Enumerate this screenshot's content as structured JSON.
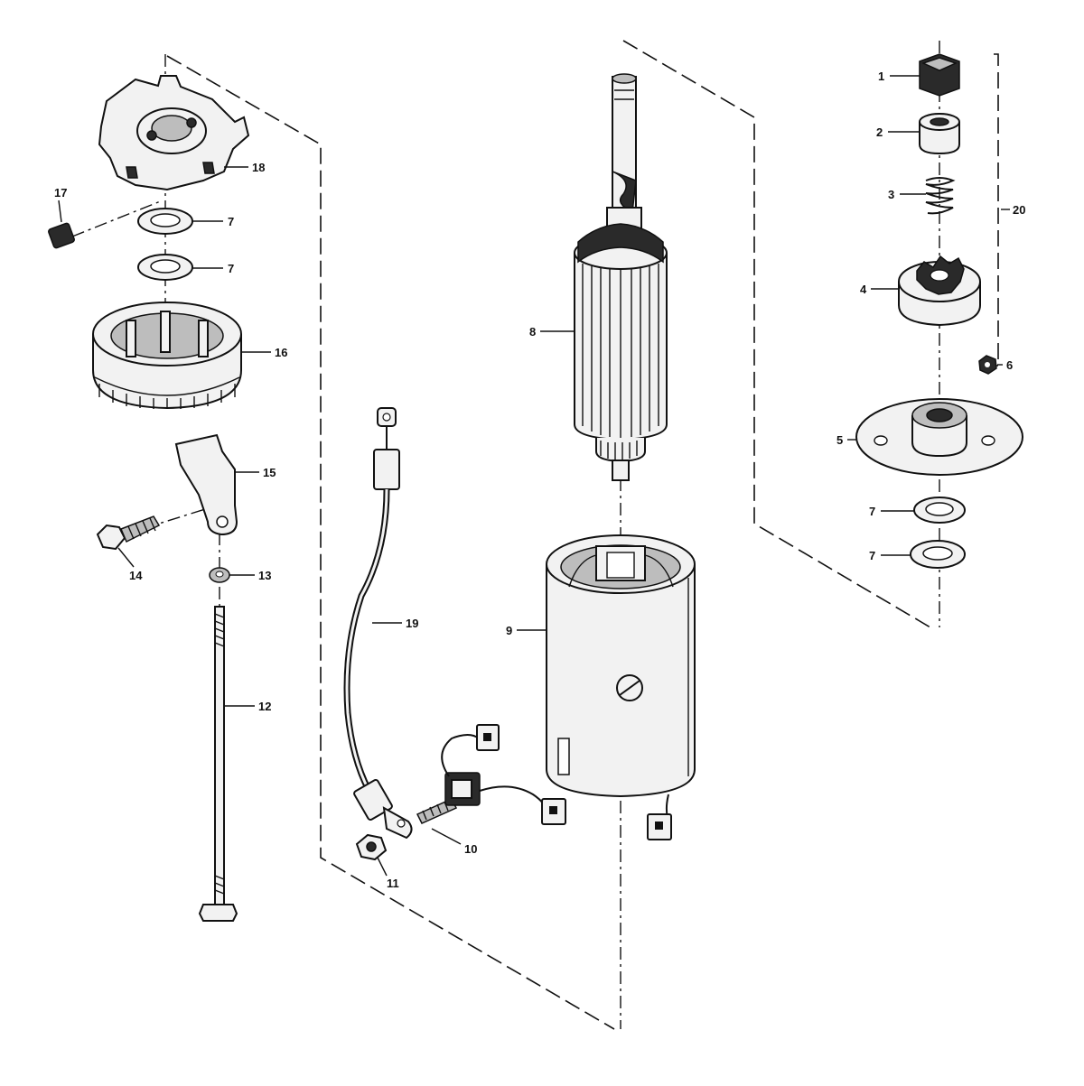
{
  "callouts": [
    {
      "id": "1",
      "text": "1"
    },
    {
      "id": "2",
      "text": "2"
    },
    {
      "id": "3",
      "text": "3"
    },
    {
      "id": "4",
      "text": "4"
    },
    {
      "id": "5",
      "text": "5"
    },
    {
      "id": "6",
      "text": "6"
    },
    {
      "id": "7a",
      "text": "7"
    },
    {
      "id": "7b",
      "text": "7"
    },
    {
      "id": "7c",
      "text": "7"
    },
    {
      "id": "7d",
      "text": "7"
    },
    {
      "id": "8",
      "text": "8"
    },
    {
      "id": "9",
      "text": "9"
    },
    {
      "id": "10",
      "text": "10"
    },
    {
      "id": "11",
      "text": "11"
    },
    {
      "id": "12",
      "text": "12"
    },
    {
      "id": "13",
      "text": "13"
    },
    {
      "id": "14",
      "text": "14"
    },
    {
      "id": "15",
      "text": "15"
    },
    {
      "id": "16",
      "text": "16"
    },
    {
      "id": "17",
      "text": "17"
    },
    {
      "id": "18",
      "text": "18"
    },
    {
      "id": "19",
      "text": "19"
    },
    {
      "id": "20",
      "text": "20"
    }
  ]
}
